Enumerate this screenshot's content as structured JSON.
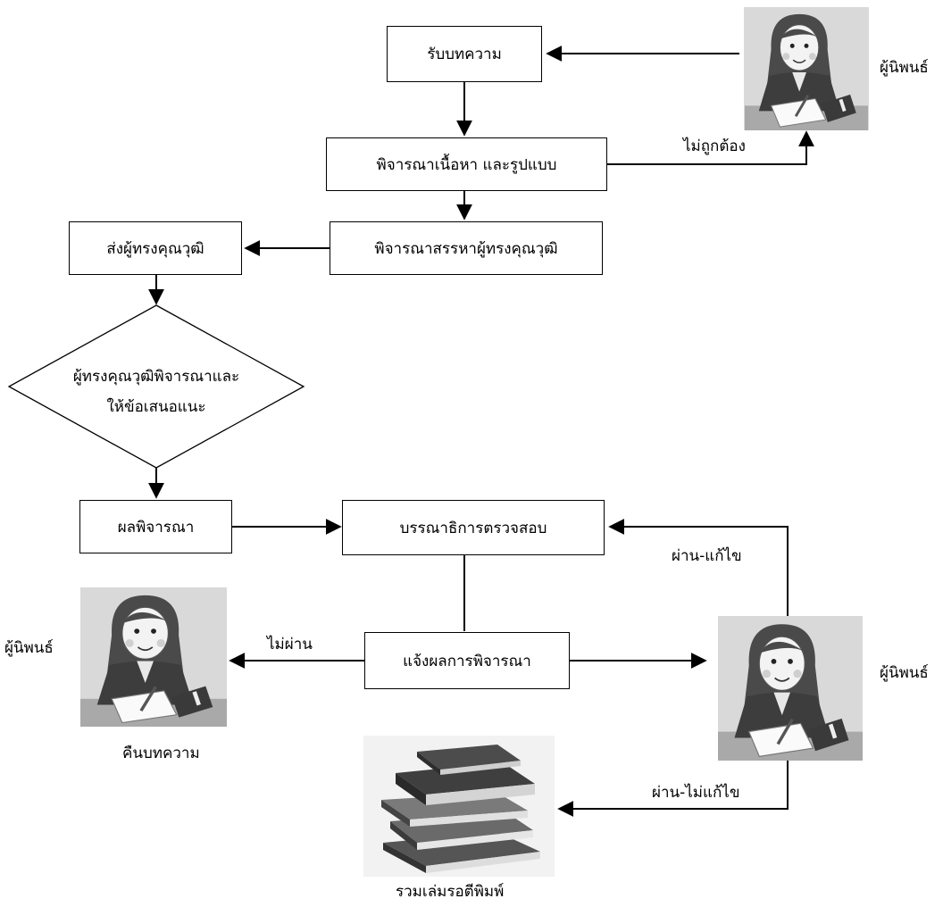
{
  "nodes": {
    "receive": "รับบทความ",
    "check_content": "พิจารณาเนื้อหา และรูปแบบ",
    "select_reviewer": "พิจารณาสรรหาผู้ทรงคุณวุฒิ",
    "send_reviewer": "ส่งผู้ทรงคุณวุฒิ",
    "review_line1": "ผู้ทรงคุณวุฒิพิจารณาและ",
    "review_line2": "ให้ข้อเสนอแนะ",
    "result": "ผลพิจารณา",
    "editor_check": "บรรณาธิการตรวจสอบ",
    "notify": "แจ้งผลการพิจารณา"
  },
  "edge_labels": {
    "incorrect": "ไม่ถูกต้อง",
    "fail": "ไม่ผ่าน",
    "pass_revise": "ผ่าน-แก้ไข",
    "pass_no_revise": "ผ่าน-ไม่แก้ไข"
  },
  "captions": {
    "author_top": "ผู้นิพนธ์",
    "author_left": "ผู้นิพนธ์",
    "author_right": "ผู้นิพนธ์",
    "return_article": "คืนบทความ",
    "collect_print": "รวมเล่มรอตีพิมพ์"
  },
  "colors": {
    "line": "#000000",
    "photo_bg": "#d9d9d9"
  },
  "icons": {
    "author": "woman-writing-at-desk-icon",
    "books": "stack-of-books-icon"
  }
}
